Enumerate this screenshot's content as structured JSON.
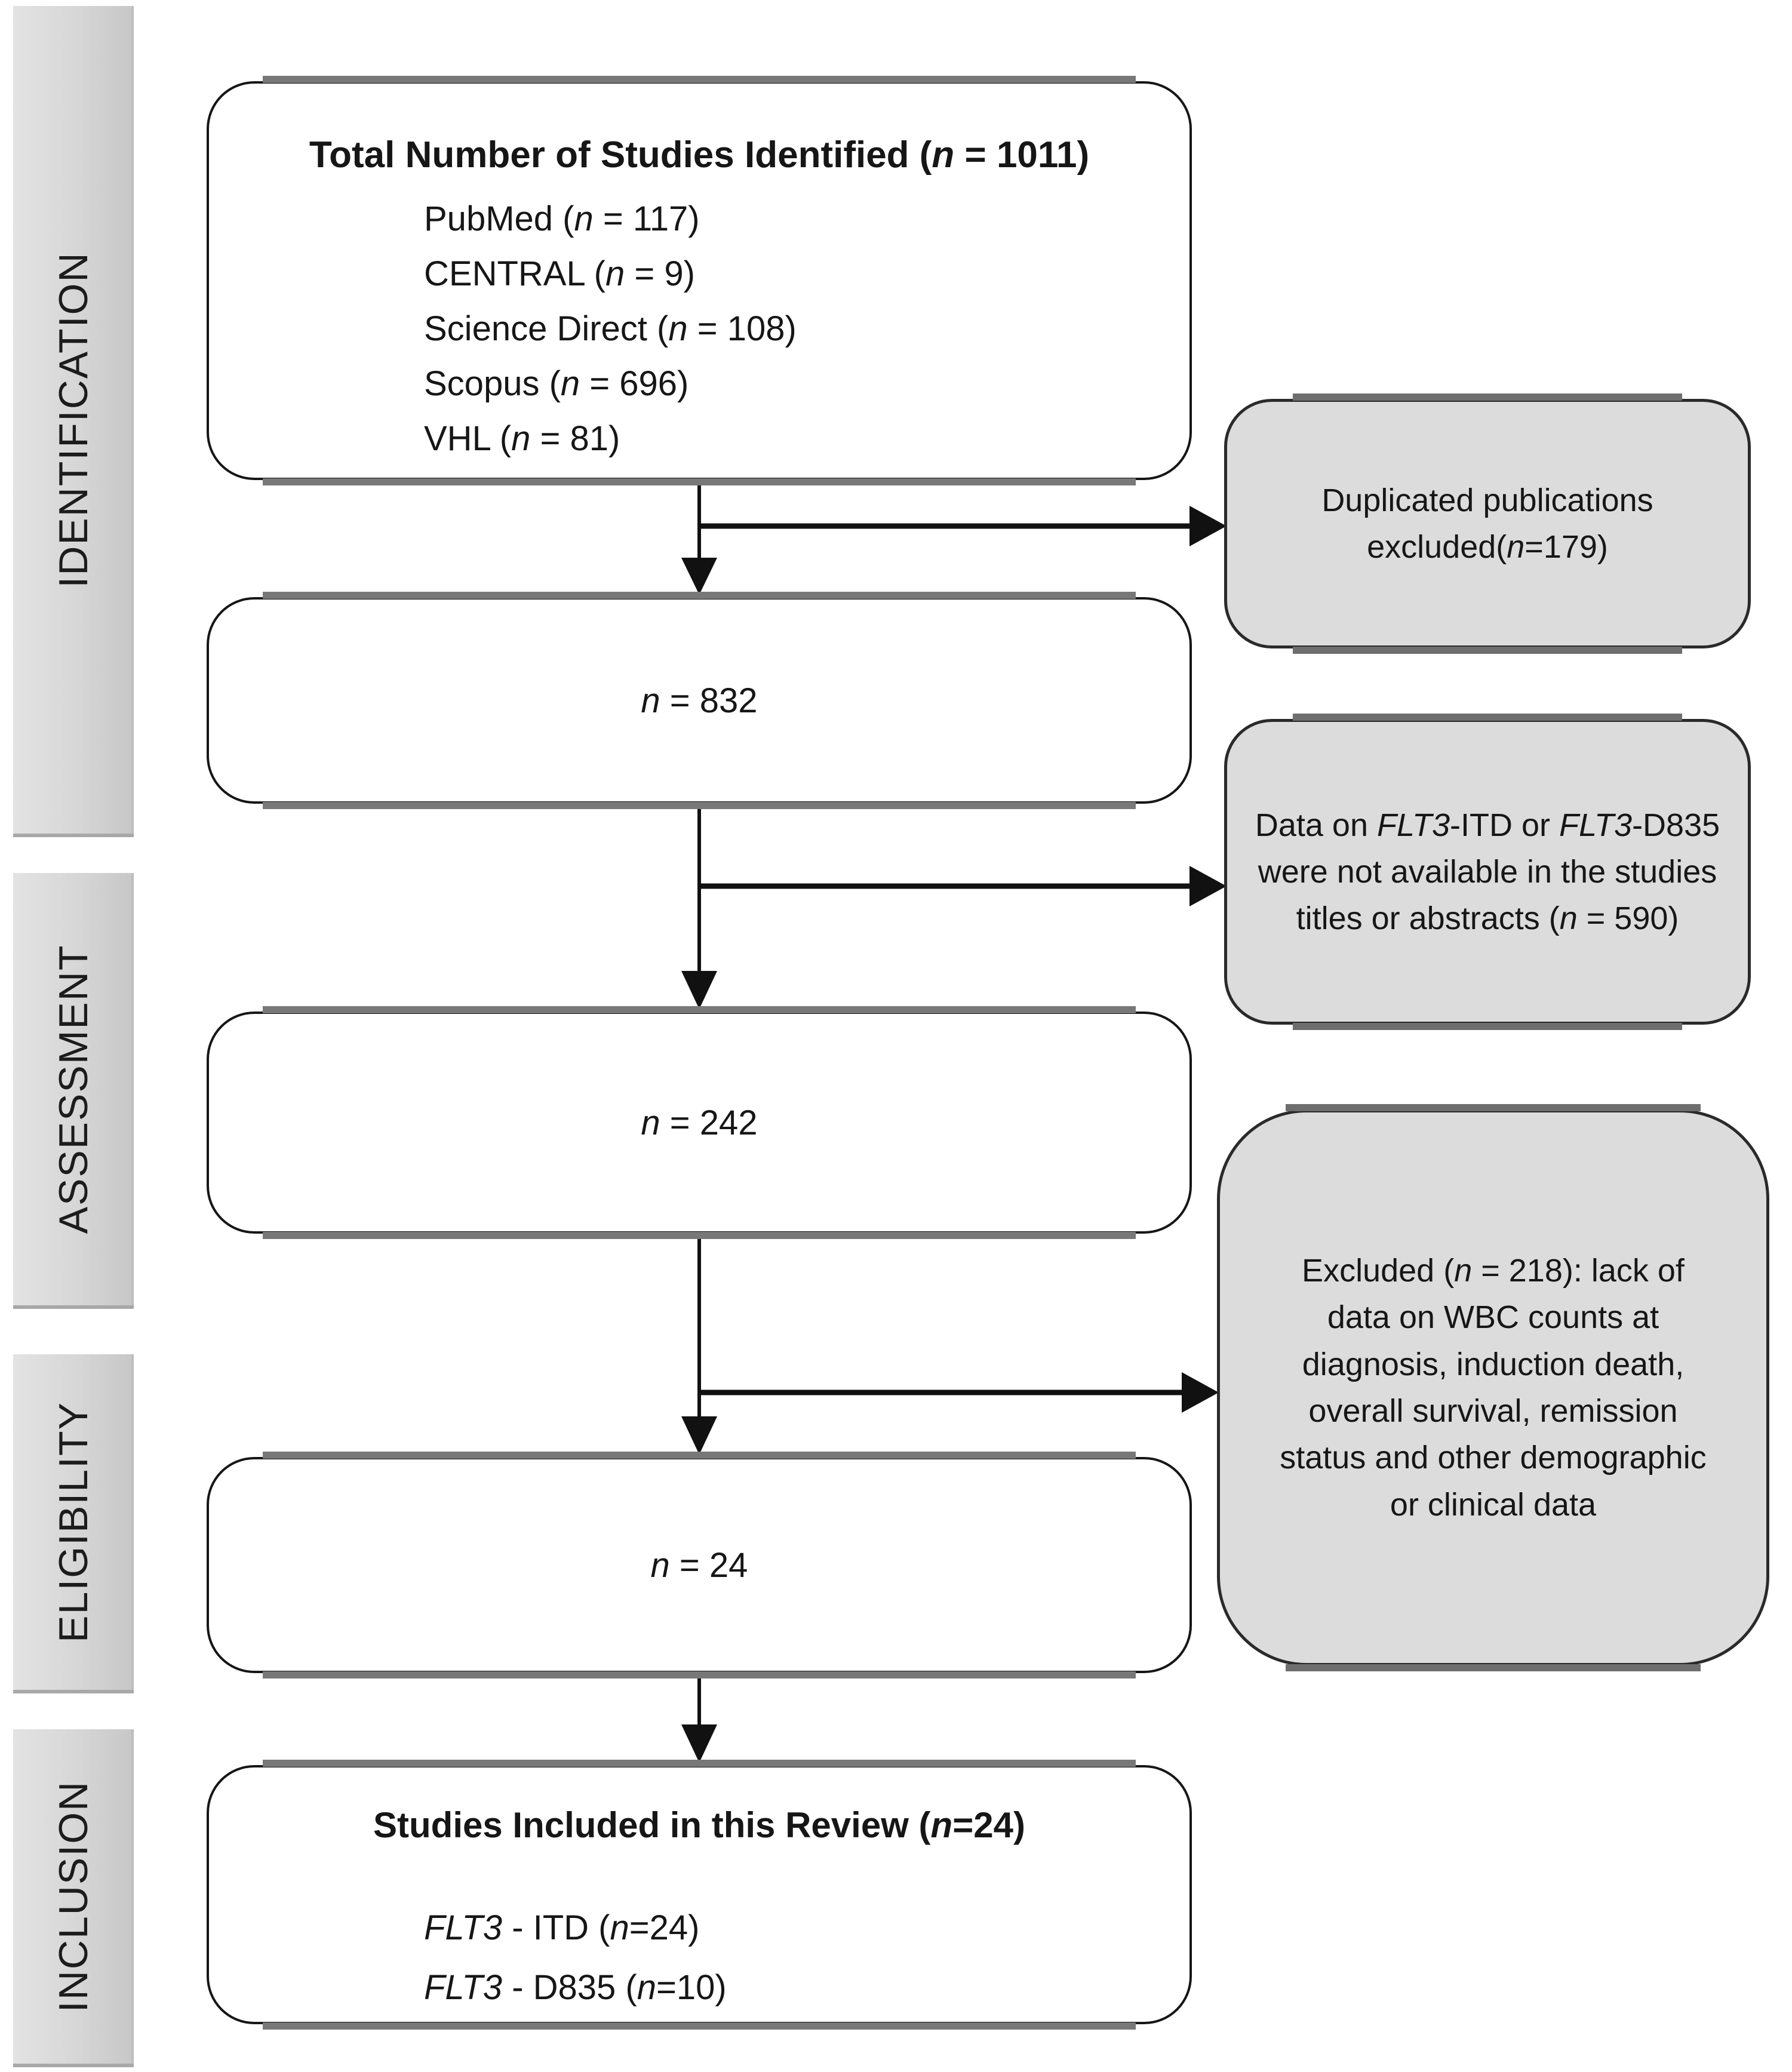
{
  "colors": {
    "background": "#ffffff",
    "box_fill": "#ffffff",
    "box_border": "#161616",
    "callout_fill": "#dcdcdc",
    "sidebar_light": "#e3e3e3",
    "sidebar_dark": "#c7c7c7",
    "edge_band": "#787878",
    "text": "#161616",
    "arrow": "#111111"
  },
  "stages": [
    "IDENTIFICATION",
    "ASSESSMENT",
    "ELIGIBILITY",
    "INCLUSION"
  ],
  "identified": {
    "title": {
      "pre": "Total Number of Studies Identified (",
      "n": "n",
      "post": " = 1011)"
    },
    "sources": [
      {
        "pre": "PubMed (",
        "n": "n",
        "post": " = 117)"
      },
      {
        "pre": "CENTRAL (",
        "n": "n",
        "post": " = 9)"
      },
      {
        "pre": "Science Direct (",
        "n": "n",
        "post": " = 108)"
      },
      {
        "pre": "Scopus (",
        "n": "n",
        "post": " = 696)"
      },
      {
        "pre": "VHL (",
        "n": "n",
        "post": " = 81)"
      }
    ]
  },
  "counts": {
    "after_duplicates": {
      "n": "n",
      "rest": " = 832"
    },
    "after_screening": {
      "n": "n",
      "rest": " = 242"
    },
    "eligible": {
      "n": "n",
      "rest": " = 24"
    }
  },
  "callouts": {
    "duplicates": {
      "s0": "Duplicated publications excluded(",
      "n": "n",
      "s2": "=179)"
    },
    "flt3": {
      "s0": "Data on ",
      "i1": "FLT3",
      "s2": "-ITD or ",
      "i3": "FLT3",
      "s4": "-D835 were not available in the studies titles or abstracts (",
      "n": "n",
      "s6": " = 590)"
    },
    "clinical": {
      "s0": "Excluded (",
      "n": "n",
      "s2": " = 218): lack of data on WBC counts at diagnosis, induction death, overall survival, remission status and other demographic or clinical data"
    }
  },
  "included": {
    "title": {
      "pre": "Studies Included in this Review (",
      "n": "n",
      "post": "=24)"
    },
    "items": [
      {
        "gene": "FLT3",
        "sep": " - ",
        "pre": "ITD (",
        "n": "n",
        "post": "=24)"
      },
      {
        "gene": "FLT3",
        "sep": " - ",
        "pre": "D835 (",
        "n": "n",
        "post": "=10)"
      }
    ]
  }
}
